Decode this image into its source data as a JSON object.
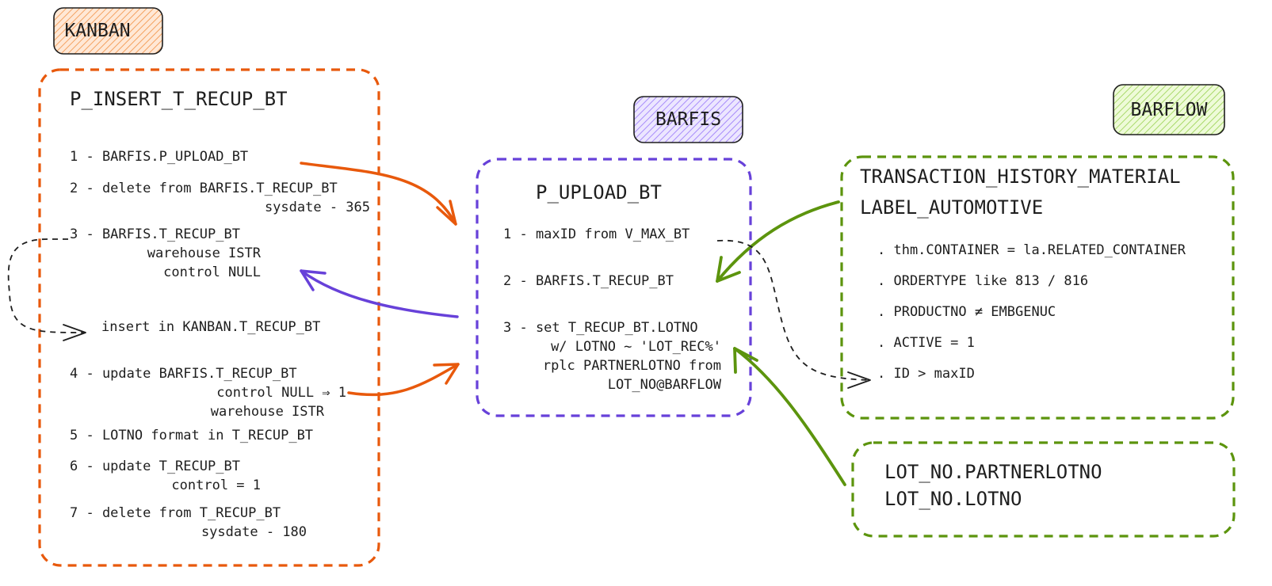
{
  "groups": {
    "kanban": {
      "label": "KANBAN",
      "color": "#e8590c",
      "fill": "#ffc9a0"
    },
    "barfis": {
      "label": "BARFIS",
      "color": "#6741d9",
      "fill": "#c4b5fd"
    },
    "barflow": {
      "label": "BARFLOW",
      "color": "#5c940d",
      "fill": "#c0eb75"
    }
  },
  "kanban_box": {
    "title": "P_INSERT_T_RECUP_BT",
    "step1": "1 - BARFIS.P_UPLOAD_BT",
    "step2": "2 - delete from BARFIS.T_RECUP_BT",
    "step2b": "sysdate - 365",
    "step3": "3 - BARFIS.T_RECUP_BT",
    "step3b": "warehouse ISTR",
    "step3c": "control NULL",
    "insert": "insert in KANBAN.T_RECUP_BT",
    "step4": "4 - update BARFIS.T_RECUP_BT",
    "step4b": "control NULL ⇒ 1",
    "step4c": "warehouse ISTR",
    "step5": "5 - LOTNO format in T_RECUP_BT",
    "step6": "6 - update T_RECUP_BT",
    "step6b": "control = 1",
    "step7": "7 - delete from T_RECUP_BT",
    "step7b": "sysdate - 180"
  },
  "barfis_box": {
    "title": "P_UPLOAD_BT",
    "step1": "1 - maxID from V_MAX_BT",
    "step2": "2 - BARFIS.T_RECUP_BT",
    "step3": "3 - set T_RECUP_BT.LOTNO",
    "step3b": "w/ LOTNO ~ 'LOT_REC%'",
    "step3c": "rplc PARTNERLOTNO from",
    "step3d": "LOT_NO@BARFLOW"
  },
  "barflow_box": {
    "title1": "TRANSACTION_HISTORY_MATERIAL",
    "title2": "LABEL_AUTOMOTIVE",
    "cond1": ". thm.CONTAINER = la.RELATED_CONTAINER",
    "cond2": ". ORDERTYPE like 813 / 816",
    "cond3": ". PRODUCTNO ≠ EMBGENUC",
    "cond4": ". ACTIVE = 1",
    "cond5": ". ID > maxID"
  },
  "lotno_box": {
    "line1": "LOT_NO.PARTNERLOTNO",
    "line2": "LOT_NO.LOTNO"
  }
}
